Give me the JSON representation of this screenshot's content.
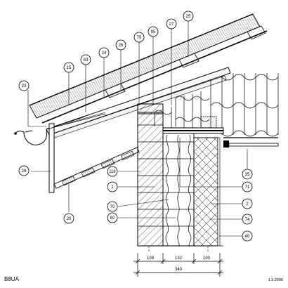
{
  "drawing_code": "B8UA",
  "date": "1.3.2006",
  "callouts": [
    {
      "id": "c15",
      "label": "15"
    },
    {
      "id": "c83",
      "label": "83"
    },
    {
      "id": "c24",
      "label": "24"
    },
    {
      "id": "c26",
      "label": "26"
    },
    {
      "id": "c75",
      "label": "75"
    },
    {
      "id": "c95",
      "label": "95"
    },
    {
      "id": "c27",
      "label": "27"
    },
    {
      "id": "c25",
      "label": "25"
    },
    {
      "id": "c23",
      "label": "23"
    },
    {
      "id": "c28",
      "label": "28"
    },
    {
      "id": "c118",
      "label": "118"
    },
    {
      "id": "c1",
      "label": "1"
    },
    {
      "id": "c70",
      "label": "70"
    },
    {
      "id": "c60",
      "label": "60"
    },
    {
      "id": "c20",
      "label": "20"
    },
    {
      "id": "c35",
      "label": "35"
    },
    {
      "id": "c71",
      "label": "71"
    },
    {
      "id": "c2",
      "label": "2"
    },
    {
      "id": "c74",
      "label": "74"
    },
    {
      "id": "c40",
      "label": "40"
    }
  ],
  "dimensions": {
    "segment_a": "108",
    "segment_b": "132",
    "segment_c": "100",
    "total": "340"
  }
}
